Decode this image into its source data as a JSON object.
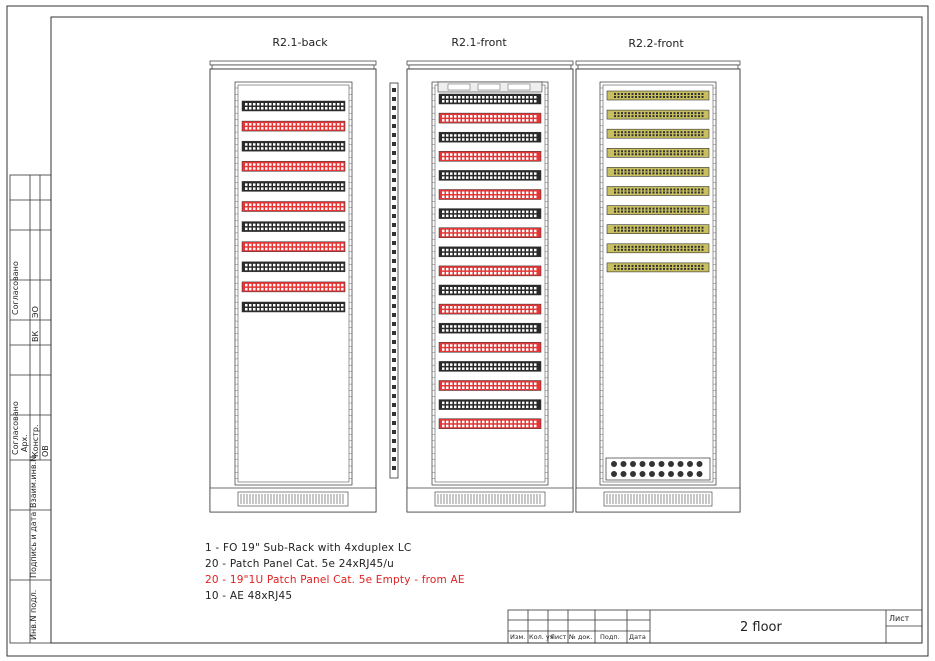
{
  "racks": [
    {
      "id": "r21back",
      "title": "R2.1-back"
    },
    {
      "id": "r21front",
      "title": "R2.1-front"
    },
    {
      "id": "r22front",
      "title": "R2.2-front"
    }
  ],
  "rack_contents": {
    "r21back": [
      "B",
      "R",
      "B",
      "R",
      "B",
      "R",
      "B",
      "R",
      "B",
      "R",
      "B"
    ],
    "r21front": [
      "B",
      "R",
      "B",
      "R",
      "B",
      "R",
      "B",
      "R",
      "B",
      "R",
      "B",
      "R",
      "B",
      "R",
      "B",
      "R",
      "B",
      "R"
    ],
    "r22front": [
      "S",
      "S",
      "S",
      "S",
      "S",
      "S",
      "S",
      "S",
      "S",
      "S"
    ]
  },
  "legend": [
    {
      "text": "1 - FO 19\" Sub-Rack with 4xduplex LC",
      "color": "#222222"
    },
    {
      "text": "20 - Patch Panel Cat. 5e 24xRJ45/u",
      "color": "#222222"
    },
    {
      "text": "20 - 19\"1U Patch Panel Cat. 5e Empty - from AE",
      "color": "#e02020"
    },
    {
      "text": "10 - AE 48xRJ45",
      "color": "#222222"
    }
  ],
  "colors": {
    "red_panel": "#e53535",
    "black_panel": "#2a2a2a",
    "switch": "#c8c060"
  },
  "title_block": {
    "sheet_name": "2 floor",
    "sheet_label": "Лист",
    "columns": [
      "Изм.",
      "Кол. уч",
      "Лист",
      "№ док.",
      "Подп.",
      "Дата"
    ]
  },
  "side_stamp": {
    "agreed_top": "Согласовано",
    "agreed_bottom": "Согласовано",
    "cells_top": [
      "ЭО",
      "ВК"
    ],
    "cells_bottom": [
      "Арх.",
      "Констр.",
      "ОВ"
    ],
    "inv_no_repl": "Взаим.инв.N",
    "sign_date": "Подпись и дата",
    "inv_no_orig": "Инв.N подл."
  }
}
